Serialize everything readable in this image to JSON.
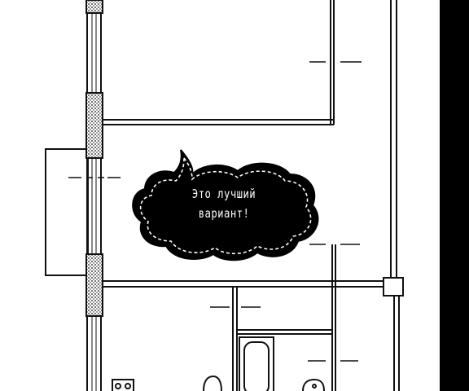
{
  "image": {
    "kind": "floor plan fragment with speech-bubble annotation",
    "background": "#ffffff",
    "ink": "#111111"
  },
  "callout": {
    "line1": "Это лучший",
    "line2": "вариант!",
    "fill": "#000000",
    "text_color": "#ffffff",
    "stitch_color": "#ffffff"
  },
  "legend": {
    "icons": [
      "wall-hatch-icon",
      "bathtub-icon",
      "toilet-icon",
      "sink-icon",
      "stove-icon",
      "riser-icon"
    ]
  }
}
